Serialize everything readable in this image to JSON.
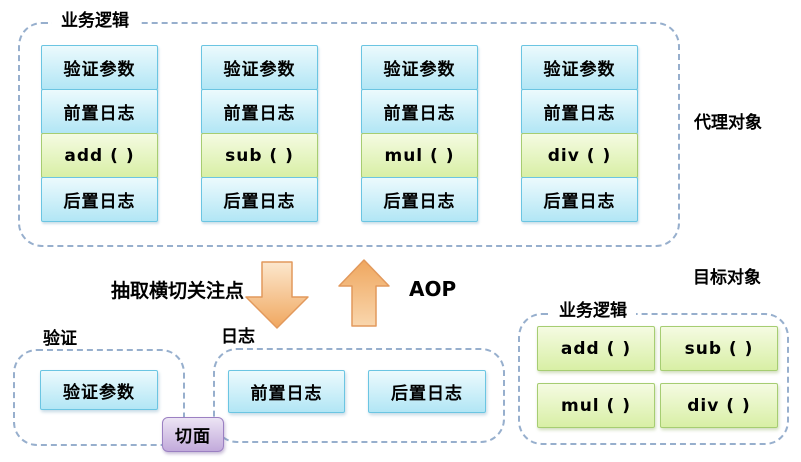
{
  "proxy_object": {
    "group_label": "业务逻辑",
    "side_label": "代理对象",
    "columns": [
      [
        "验证参数",
        "前置日志",
        "add ( )",
        "后置日志"
      ],
      [
        "验证参数",
        "前置日志",
        "sub ( )",
        "后置日志"
      ],
      [
        "验证参数",
        "前置日志",
        "mul ( )",
        "后置日志"
      ],
      [
        "验证参数",
        "前置日志",
        "div ( )",
        "后置日志"
      ]
    ]
  },
  "transform": {
    "extract_label": "抽取横切关注点",
    "aop_label": "AOP"
  },
  "aspects": {
    "validation": {
      "label": "验证",
      "items": [
        "验证参数"
      ]
    },
    "logging": {
      "label": "日志",
      "items": [
        "前置日志",
        "后置日志"
      ]
    },
    "aspect_tag": "切面"
  },
  "target_object": {
    "side_label": "目标对象",
    "group_label": "业务逻辑",
    "methods": [
      "add ( )",
      "sub ( )",
      "mul ( )",
      "div ( )"
    ]
  },
  "colors": {
    "dashed_border": "#97afcd",
    "blue_box_top": "#ecfafd",
    "blue_box_bottom": "#b2e6f5",
    "blue_box_border": "#6bc5e2",
    "green_box_top": "#f5fbe2",
    "green_box_bottom": "#d8efa5",
    "green_box_border": "#a6cd72",
    "purple_box_top": "#ece4f4",
    "purple_box_bottom": "#c2aadb",
    "purple_box_border": "#9b80c2",
    "arrow_light": "#fce7cd",
    "arrow_dark": "#f0a75f",
    "arrow_border": "#e2995c"
  }
}
